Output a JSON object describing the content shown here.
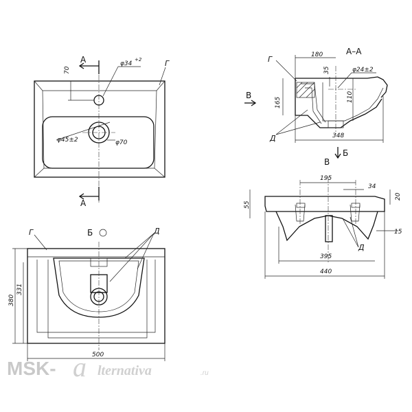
{
  "top_view": {
    "section_mark_top": "A",
    "section_mark_bottom": "A",
    "dim_tap_hole": "φ34",
    "dim_tap_hole_tol": "+2",
    "dim_offset": "70",
    "label_g": "Г",
    "dim_drain": "φ45±2",
    "dim_drain_outer": "φ70"
  },
  "section_view": {
    "title": "A–A",
    "label_g": "Г",
    "view_arrow": "В",
    "view_arrow_b": "Б",
    "label_d": "Д",
    "dim_180": "180",
    "dim_35": "35",
    "dim_overflow": "φ24±2",
    "dim_165": "165",
    "dim_110": "110",
    "dim_348": "348"
  },
  "front_view": {
    "title": "Б",
    "label_g": "Г",
    "label_d": "Д",
    "dim_380": "380",
    "dim_331": "331",
    "dim_500": "500"
  },
  "side_view": {
    "title": "В",
    "label_d": "Д",
    "dim_195": "195",
    "dim_34": "34",
    "dim_20": "20",
    "dim_55": "55",
    "dim_15": "15",
    "dim_395": "395",
    "dim_440": "440"
  },
  "watermark": {
    "brand_left": "MSK-",
    "brand_a": "a",
    "brand_rest": "lternativa",
    "brand_tld": ".ru"
  }
}
